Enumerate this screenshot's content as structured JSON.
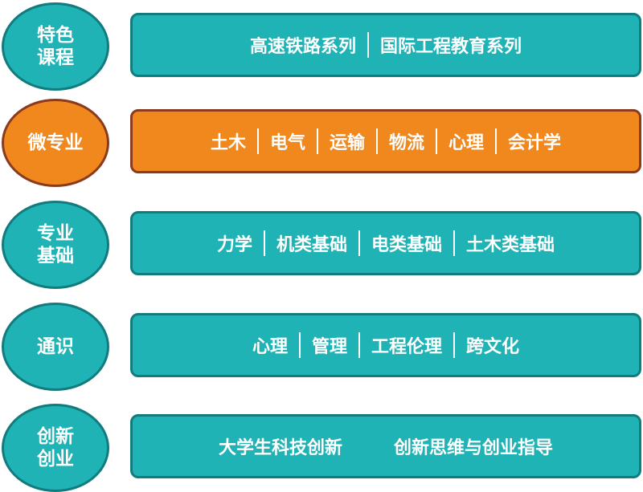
{
  "rows": [
    {
      "label": "特色课程",
      "items": [
        "高速铁路系列",
        "国际工程教育系列"
      ],
      "separators": true,
      "color": "#1fb3b5"
    },
    {
      "label": "微专业",
      "items": [
        "土木",
        "电气",
        "运输",
        "物流",
        "心理",
        "会计学"
      ],
      "separators": true,
      "color": "#f0881e"
    },
    {
      "label": "专业基础",
      "items": [
        "力学",
        "机类基础",
        "电类基础",
        "土木类基础"
      ],
      "separators": true,
      "color": "#1fb3b5"
    },
    {
      "label": "通识",
      "items": [
        "心理",
        "管理",
        "工程伦理",
        "跨文化"
      ],
      "separators": true,
      "color": "#1fb3b5"
    },
    {
      "label": "创新创业",
      "items": [
        "大学生科技创新",
        "创新思维与创业指导"
      ],
      "separators": false,
      "color": "#1fb3b5"
    }
  ]
}
